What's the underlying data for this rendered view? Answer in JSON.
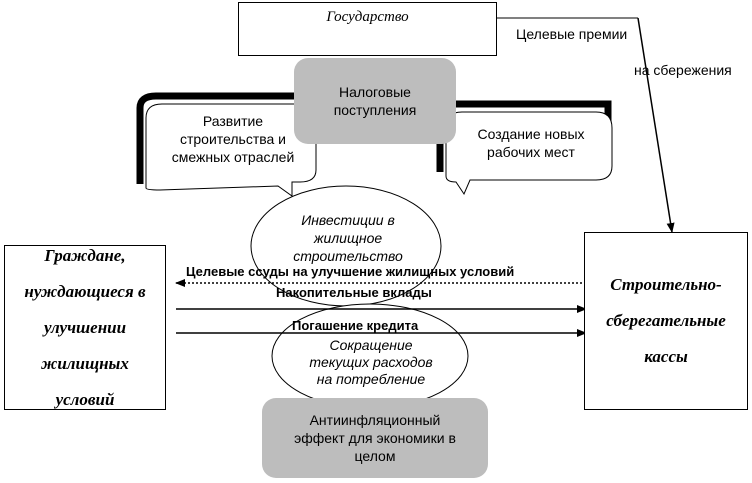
{
  "nodes": {
    "state": "Государство",
    "tax": "Налоговые поступления",
    "construction": "Развитие строительства и смежных отраслей",
    "jobs": "Создание новых рабочих мест",
    "investment": "Инвестиции в жилищное строительство",
    "citizens": "Граждане, нуждающиеся в улучшении жилищных условий",
    "banks": "Строительно-сберегательные кассы",
    "consumption": "Сокращение текущих расходов на потребление",
    "antiinflation": "Антиинфляционный эффект для экономики в целом"
  },
  "edges": {
    "premiums_1": "Целевые премии",
    "premiums_2": "на сбережения",
    "loans": "Целевые ссуды на улучшение жилищных условий",
    "deposits": "Накопительные вклады",
    "repayment": "Погашение кредита"
  }
}
